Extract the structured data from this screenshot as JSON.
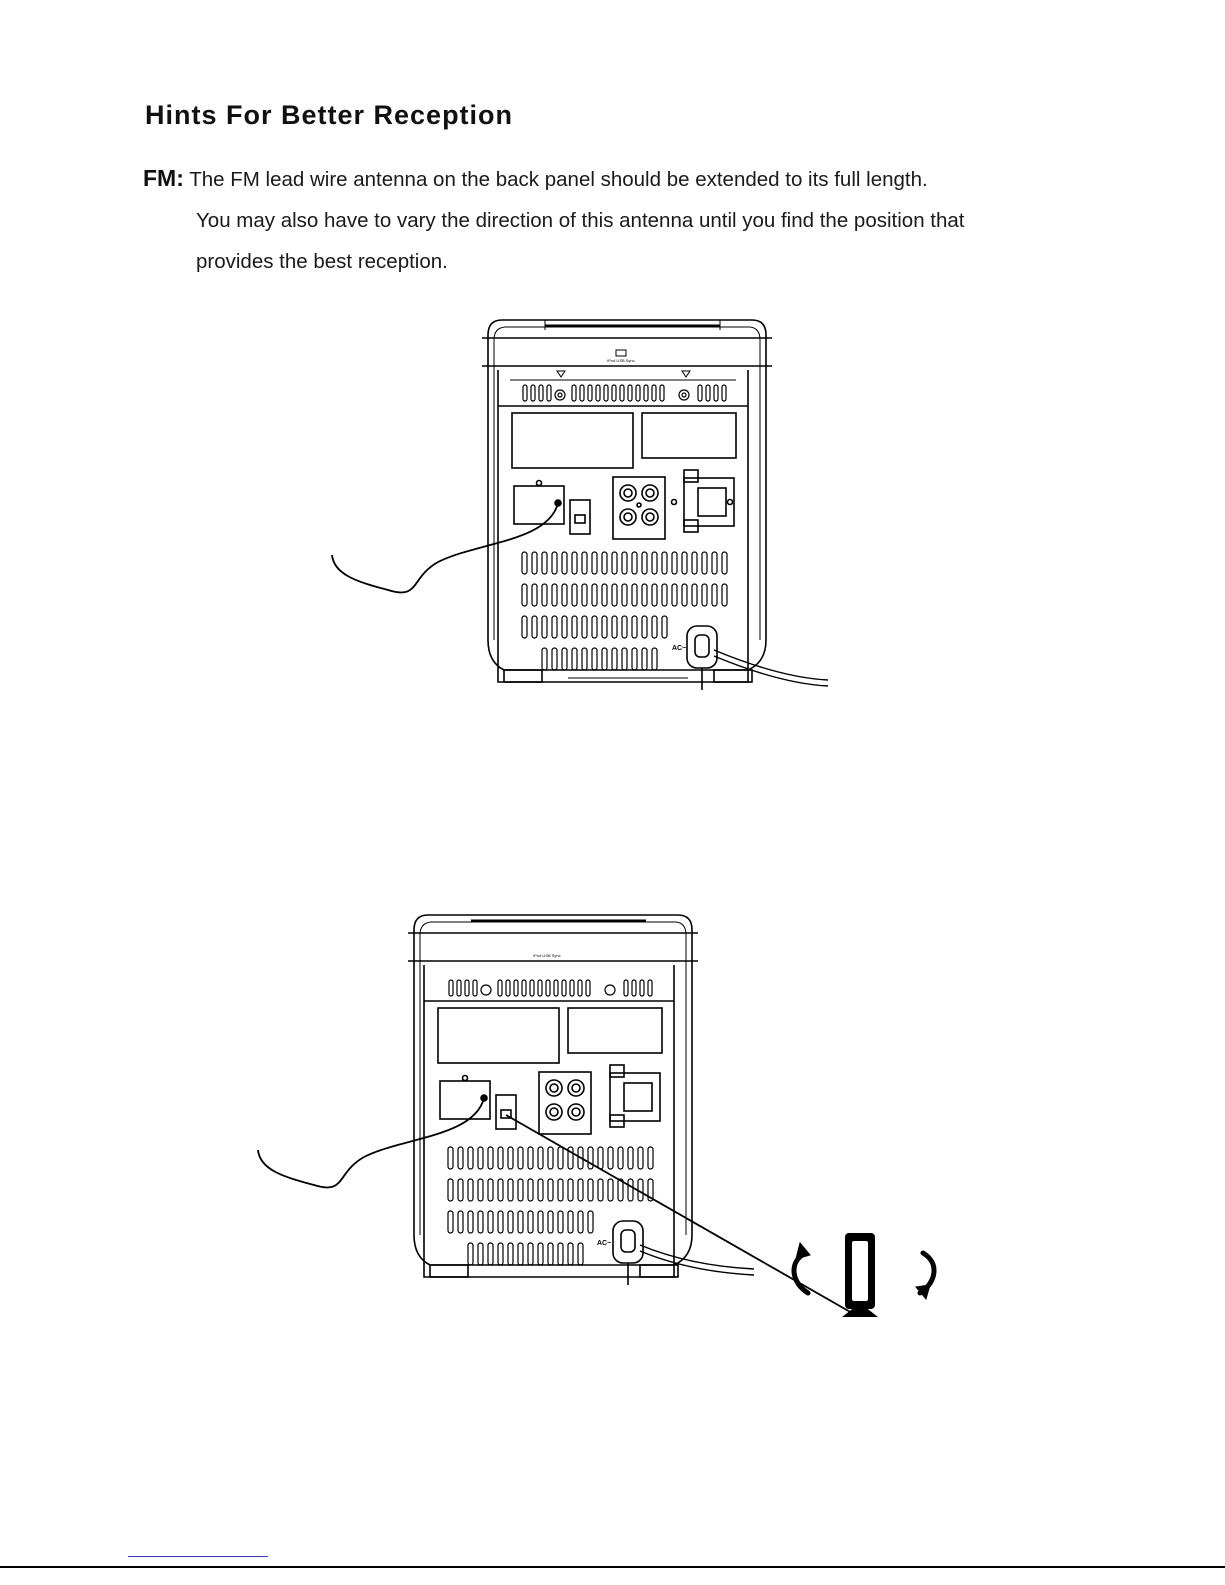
{
  "page": {
    "title": "Hints For Better Reception",
    "fm_section": {
      "lead": "FM:",
      "line1": "The FM lead wire antenna on the back panel should be extended to its full  length.",
      "line2": "You may also have to vary the direction of this antenna until you find the position that",
      "line3": "provides the best reception."
    }
  },
  "figures": [
    {
      "usb_label": "iPod USB Sync",
      "ac_label": "AC~"
    },
    {
      "usb_label": "iPod USB Sync",
      "ac_label": "AC~"
    }
  ],
  "icons": [
    "rotate-left-arrow-icon",
    "am-loop-antenna-icon",
    "rotate-right-arrow-icon"
  ]
}
